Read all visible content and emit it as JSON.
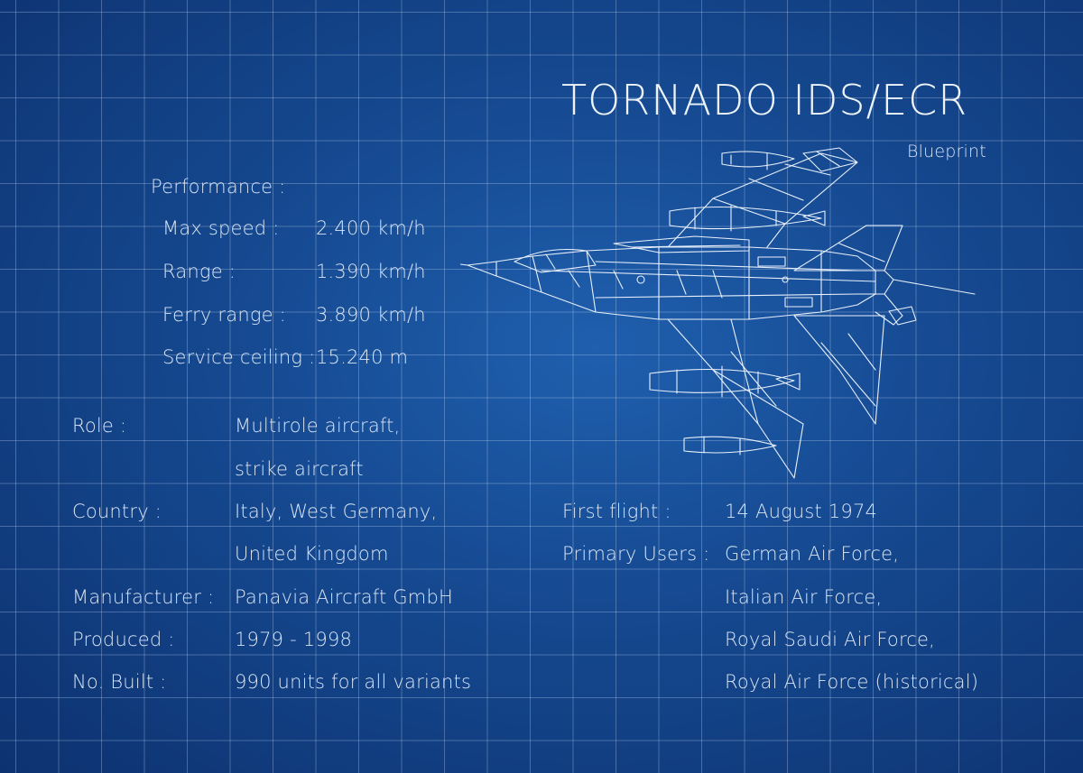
{
  "header": {
    "title": "TORNADO IDS/ECR",
    "subtitle": "Blueprint"
  },
  "performance": {
    "heading": "Performance :",
    "rows": [
      {
        "label": "Max speed :",
        "value": "2.400 km/h"
      },
      {
        "label": "Range :",
        "value": "1.390 km/h"
      },
      {
        "label": "Ferry range :",
        "value": "3.890 km/h"
      },
      {
        "label": "Service ceiling :",
        "value": "15.240 m"
      }
    ]
  },
  "specs": {
    "role_label": "Role :",
    "role_lines": [
      "Multirole aircraft,",
      "strike aircraft"
    ],
    "country_label": "Country :",
    "country_lines": [
      "Italy, West Germany,",
      "United Kingdom"
    ],
    "manufacturer_label": "Manufacturer :",
    "manufacturer_value": "Panavia Aircraft GmbH",
    "produced_label": "Produced :",
    "produced_value": "1979 - 1998",
    "built_label": "No. Built :",
    "built_value": "990 units for all variants"
  },
  "history": {
    "first_flight_label": "First flight :",
    "first_flight_value": "14 August 1974",
    "users_label": "Primary Users :",
    "users_lines": [
      "German Air Force,",
      "Italian Air Force,",
      "Royal Saudi Air Force,",
      "Royal Air Force (historical)"
    ]
  },
  "colors": {
    "background": "#15488f",
    "grid": "#bed2f0",
    "line_art": "#e8f0fb"
  },
  "icons": {
    "aircraft": "tornado-jet-drawing"
  }
}
